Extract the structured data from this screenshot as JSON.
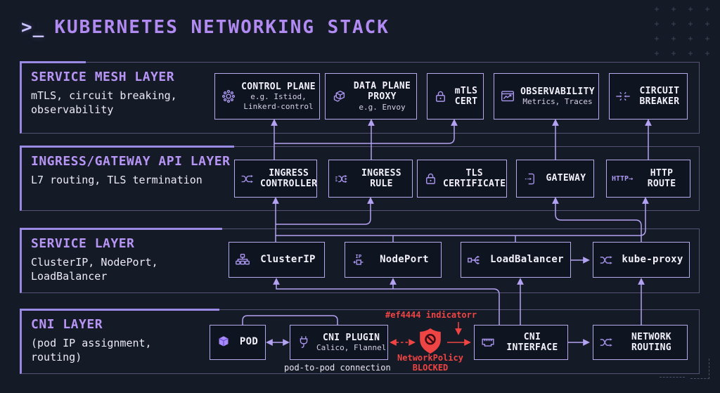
{
  "title": {
    "prompt": ">_",
    "text": "KUBERNETES NETWORKING STACK"
  },
  "colors": {
    "accent_purple": "#a78bfa",
    "wire_purple": "#b3a2f2",
    "blocked_red": "#ef4444",
    "node_border": "#b6a9ec"
  },
  "layers": [
    {
      "title": "SERVICE MESH LAYER",
      "subtitle": [
        "mTLS, circuit breaking,",
        "observability"
      ],
      "nodes": [
        {
          "icon": "gear-nodes-icon",
          "title": [
            "CONTROL PLANE"
          ],
          "sub": [
            "e.g. Istiod,",
            "Linkerd-control"
          ]
        },
        {
          "icon": "cubes-icon",
          "title": [
            "DATA PLANE",
            "PROXY"
          ],
          "sub": [
            "e.g. Envoy"
          ]
        },
        {
          "icon": "lock-icon",
          "title": [
            "mTLS",
            "CERT"
          ],
          "sub": []
        },
        {
          "icon": "metrics-window-icon",
          "title": [
            "OBSERVABILITY"
          ],
          "sub": [
            "Metrics, Traces"
          ]
        },
        {
          "icon": "converging-arrows-icon",
          "title": [
            "CIRCUIT",
            "BREAKER"
          ],
          "sub": []
        }
      ]
    },
    {
      "title": "INGRESS/GATEWAY API LAYER",
      "subtitle": [
        "L7 routing, TLS termination"
      ],
      "nodes": [
        {
          "icon": "shuffle-icon",
          "title": [
            "INGRESS",
            "CONTROLLER"
          ],
          "sub": []
        },
        {
          "icon": "shuffle-multi-icon",
          "title": [
            "INGRESS",
            "RULE"
          ],
          "sub": []
        },
        {
          "icon": "lock-icon",
          "title": [
            "TLS",
            "CERTIFICATE"
          ],
          "sub": []
        },
        {
          "icon": "door-exit-icon",
          "title": [
            "GATEWAY"
          ],
          "sub": []
        },
        {
          "icon": "http-arrow-icon",
          "icon_label": "HTTP→",
          "title": [
            "HTTP",
            "ROUTE"
          ],
          "sub": []
        }
      ]
    },
    {
      "title": "SERVICE LAYER",
      "subtitle": [
        "ClusterIP, NodePort,",
        "LoadBalancer"
      ],
      "nodes": [
        {
          "icon": "hierarchy-icon",
          "title": [
            "ClusterIP"
          ],
          "sub": []
        },
        {
          "icon": "ip-port-icon",
          "icon_label": "IP",
          "title": [
            "NodePort"
          ],
          "sub": []
        },
        {
          "icon": "split-arrows-icon",
          "title": [
            "LoadBalancer"
          ],
          "sub": []
        },
        {
          "icon": "shuffle-icon",
          "title": [
            "kube-proxy"
          ],
          "sub": []
        }
      ]
    },
    {
      "title": "CNI LAYER",
      "subtitle": [
        "(pod IP assignment,",
        "routing)"
      ],
      "nodes": [
        {
          "icon": "cube-icon",
          "title": [
            "POD"
          ],
          "sub": []
        },
        {
          "icon": "plug-icon",
          "title": [
            "CNI PLUGIN"
          ],
          "sub": [
            "Calico, Flannel"
          ]
        },
        {
          "icon": "ethernet-port-icon",
          "title": [
            "CNI",
            "INTERFACE"
          ],
          "sub": []
        },
        {
          "icon": "shuffle-icon",
          "title": [
            "NETWORK",
            "ROUTING"
          ],
          "sub": []
        }
      ]
    }
  ],
  "annotations": {
    "indicator": "#ef4444 indicatorr",
    "policy_name": "NetworkPolicy",
    "policy_status": "BLOCKED",
    "pod_to_pod": "pod-to-pod connection"
  }
}
